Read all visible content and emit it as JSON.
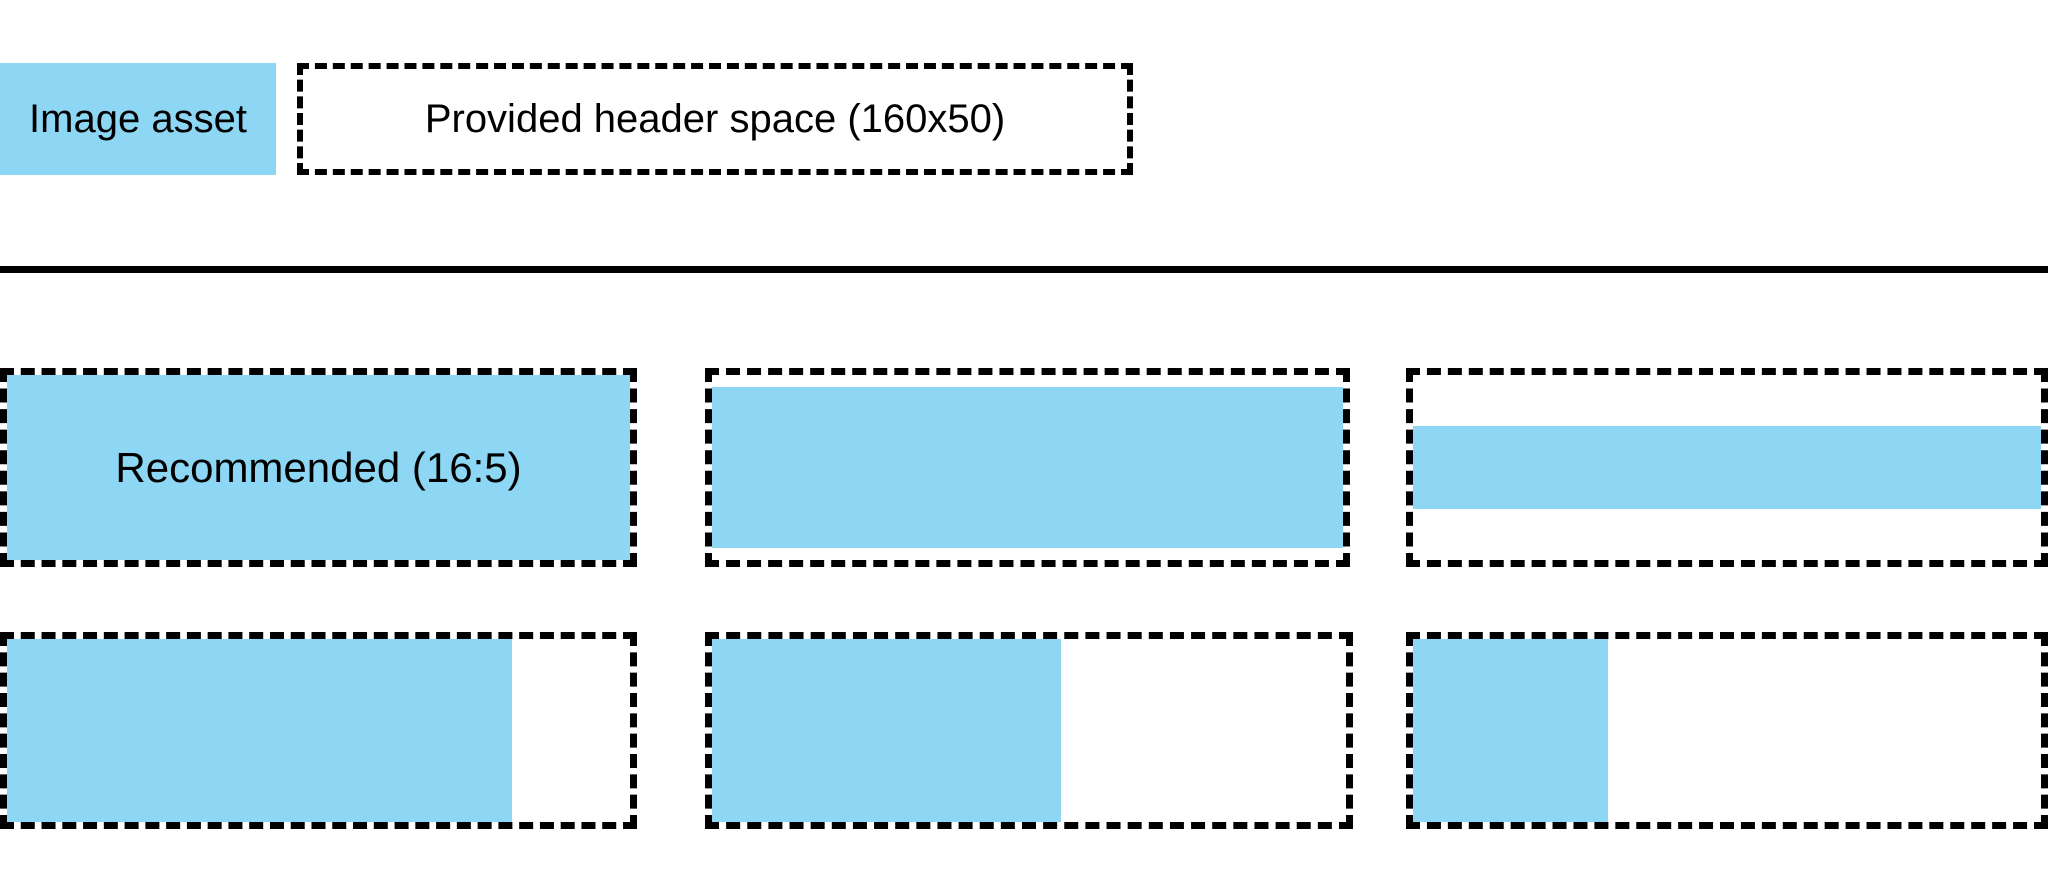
{
  "colors": {
    "asset_fill": "#8DD7F5",
    "outline": "#000000",
    "background": "#FFFFFF"
  },
  "legend": {
    "image_asset_label": "Image asset",
    "header_space_label": "Provided header space (160x50)"
  },
  "examples": [
    {
      "label": "Recommended (16:5)",
      "fill": {
        "width_pct": 100,
        "height_pct": 100,
        "halign": "left",
        "valign": "center"
      }
    },
    {
      "label": "",
      "fill": {
        "width_pct": 100,
        "height_pct": 87,
        "halign": "left",
        "valign": "center"
      }
    },
    {
      "label": "",
      "fill": {
        "width_pct": 100,
        "height_pct": 45,
        "halign": "left",
        "valign": "center"
      }
    },
    {
      "label": "",
      "fill": {
        "width_pct": 81,
        "height_pct": 100,
        "halign": "left",
        "valign": "top"
      }
    },
    {
      "label": "",
      "fill": {
        "width_pct": 55,
        "height_pct": 100,
        "halign": "left",
        "valign": "top"
      }
    },
    {
      "label": "",
      "fill": {
        "width_pct": 31,
        "height_pct": 100,
        "halign": "left",
        "valign": "top"
      }
    }
  ]
}
